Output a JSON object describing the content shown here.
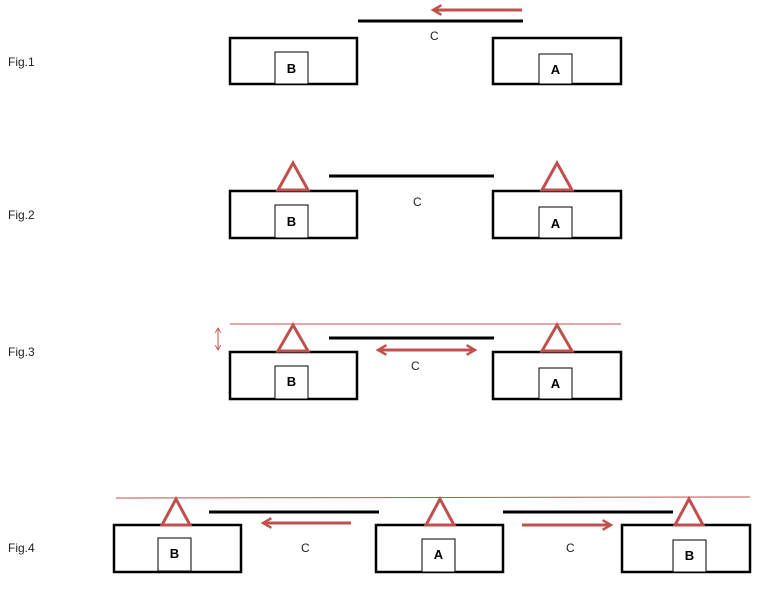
{
  "colors": {
    "accent": "#c0504d",
    "line": "#000000"
  },
  "figures": [
    {
      "label": "Fig.1",
      "c_label": "C",
      "boxes": [
        "B",
        "A"
      ]
    },
    {
      "label": "Fig.2",
      "c_label": "C",
      "boxes": [
        "B",
        "A"
      ]
    },
    {
      "label": "Fig.3",
      "c_label": "C",
      "boxes": [
        "B",
        "A"
      ]
    },
    {
      "label": "Fig.4",
      "c_labels": [
        "C",
        "C"
      ],
      "boxes": [
        "B",
        "A",
        "B"
      ]
    }
  ]
}
